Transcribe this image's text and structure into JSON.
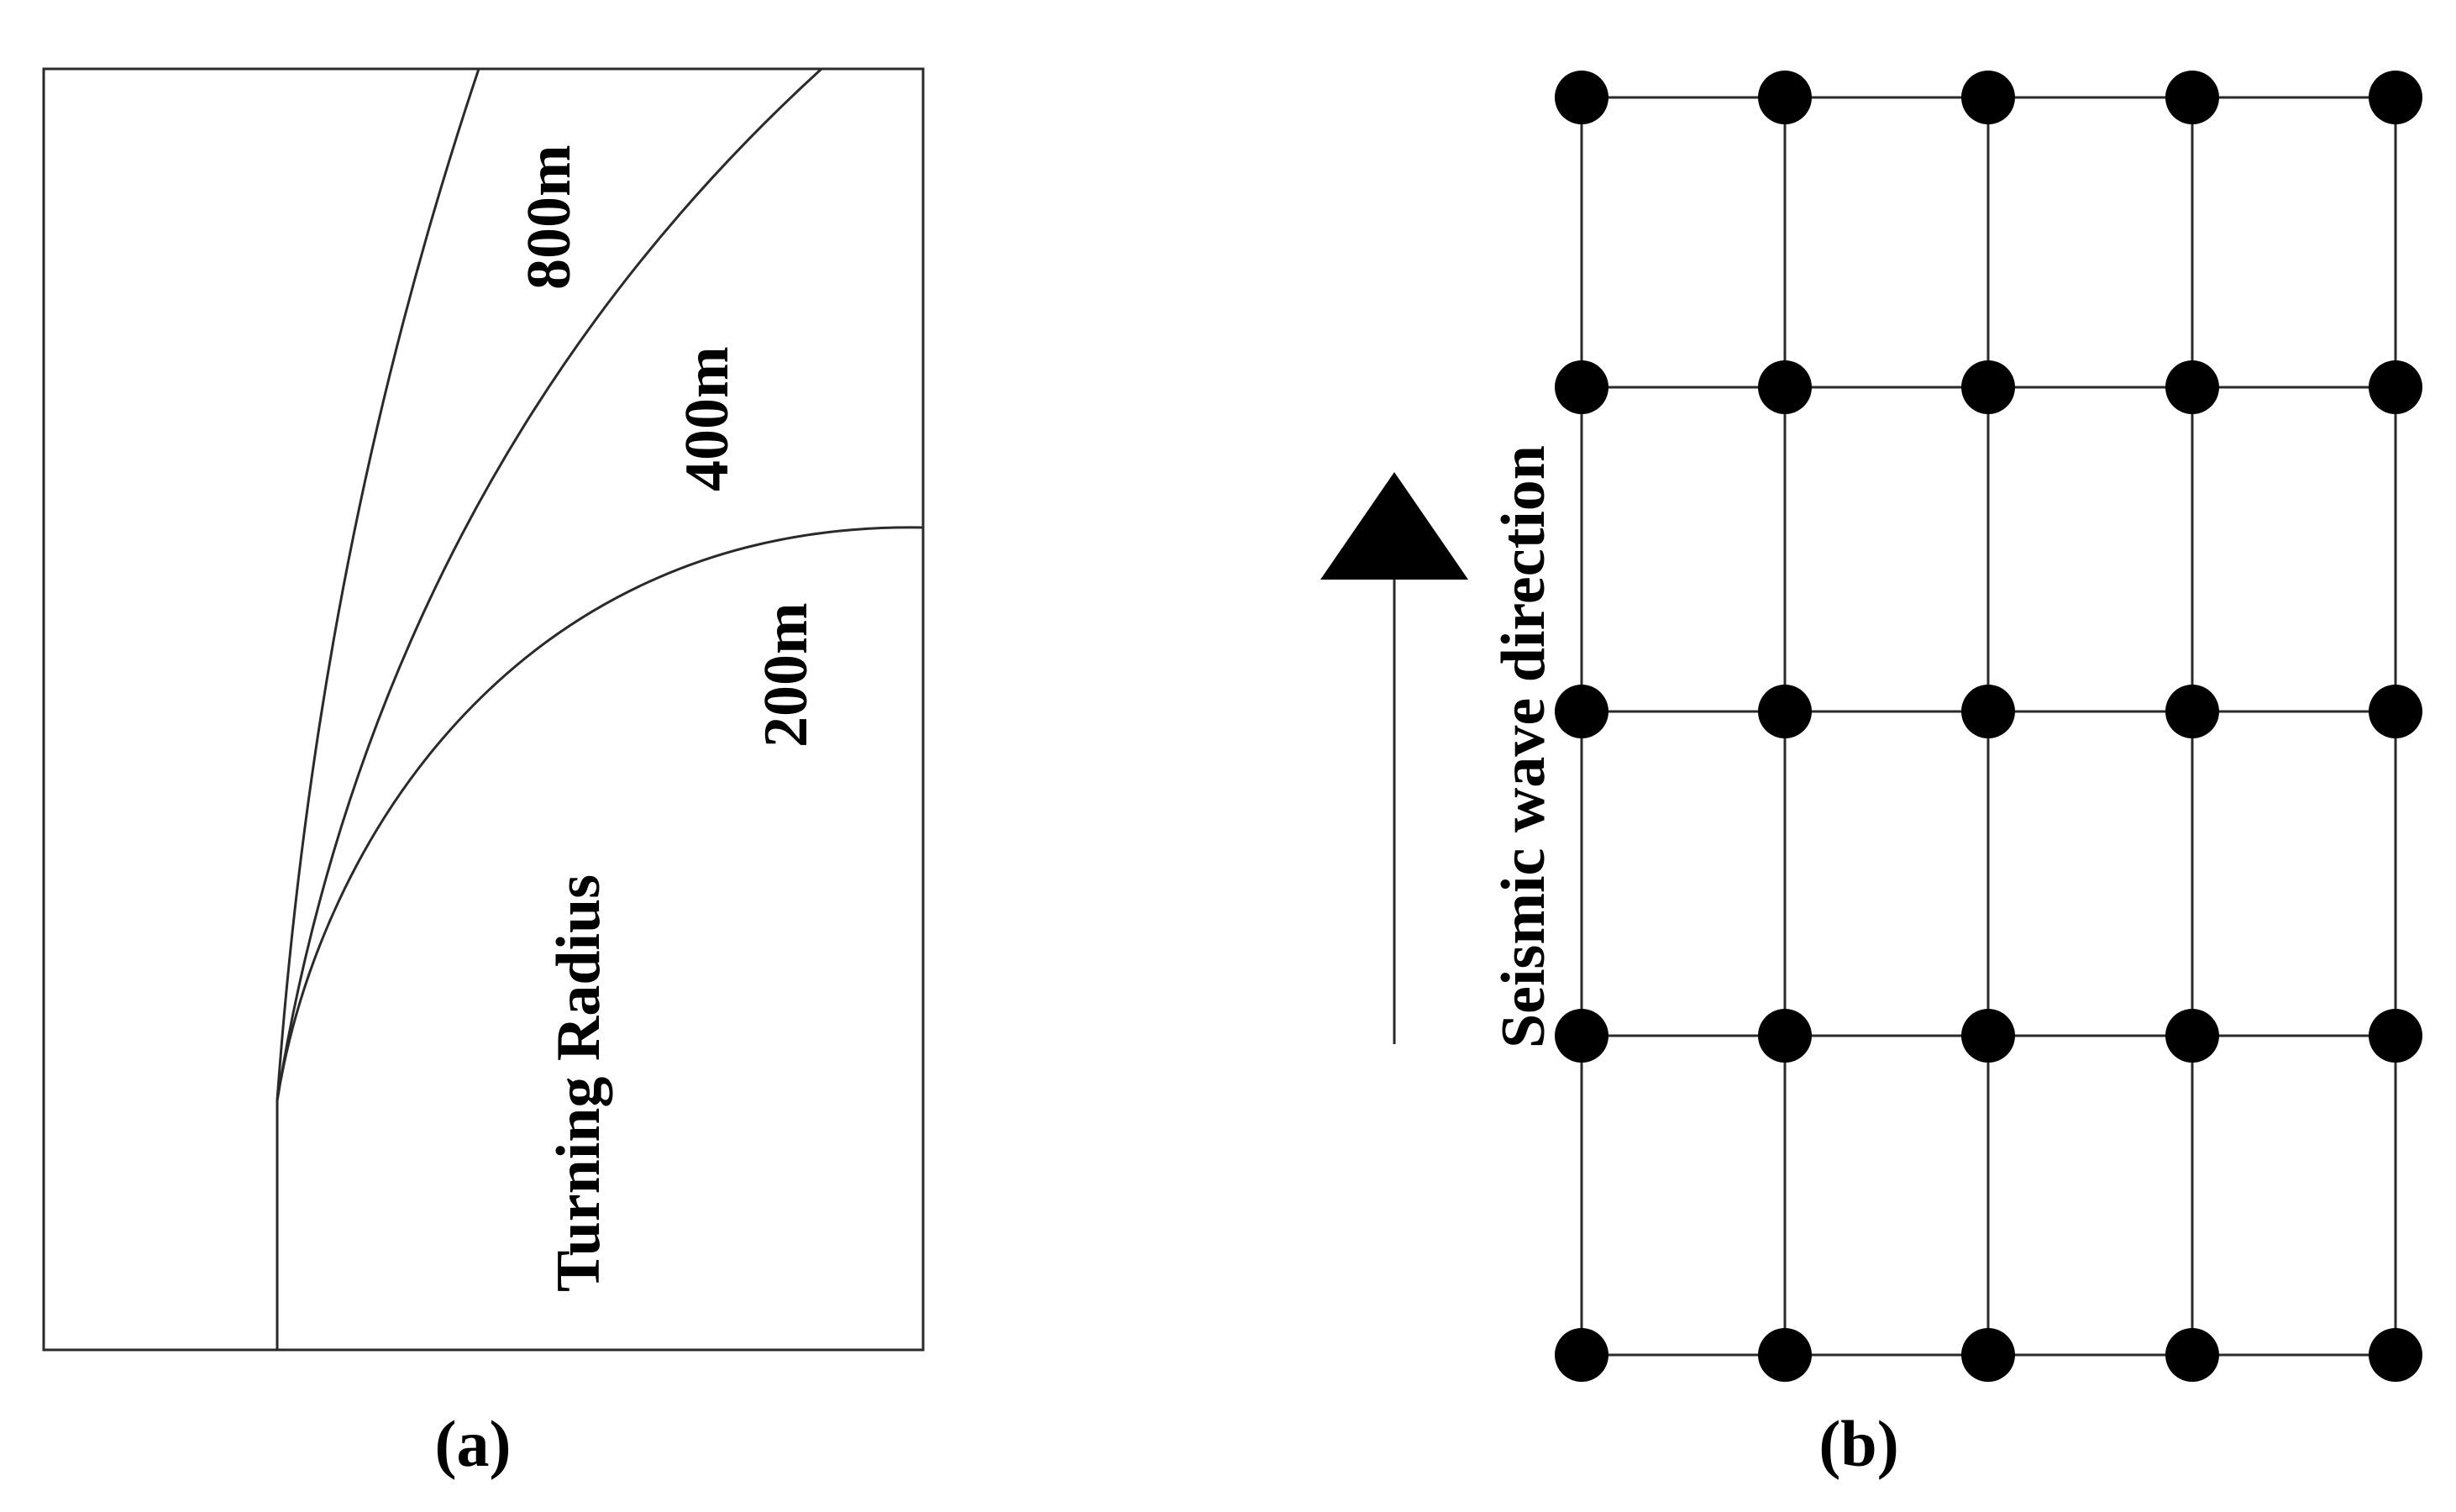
{
  "panel_a": {
    "curve_labels": [
      "800m",
      "400m",
      "200m"
    ],
    "axis_label": "Turning Radius",
    "caption_open": "(",
    "caption_letter": "a",
    "caption_close": ")"
  },
  "panel_b": {
    "direction_label": "Seismic wave direction",
    "grid": {
      "columns": 5,
      "rows": 5
    },
    "caption_open": "(",
    "caption_letter": "b",
    "caption_close": ")"
  },
  "colors": {
    "line": "#2a2a2a",
    "ink": "#000000",
    "background": "#ffffff"
  }
}
